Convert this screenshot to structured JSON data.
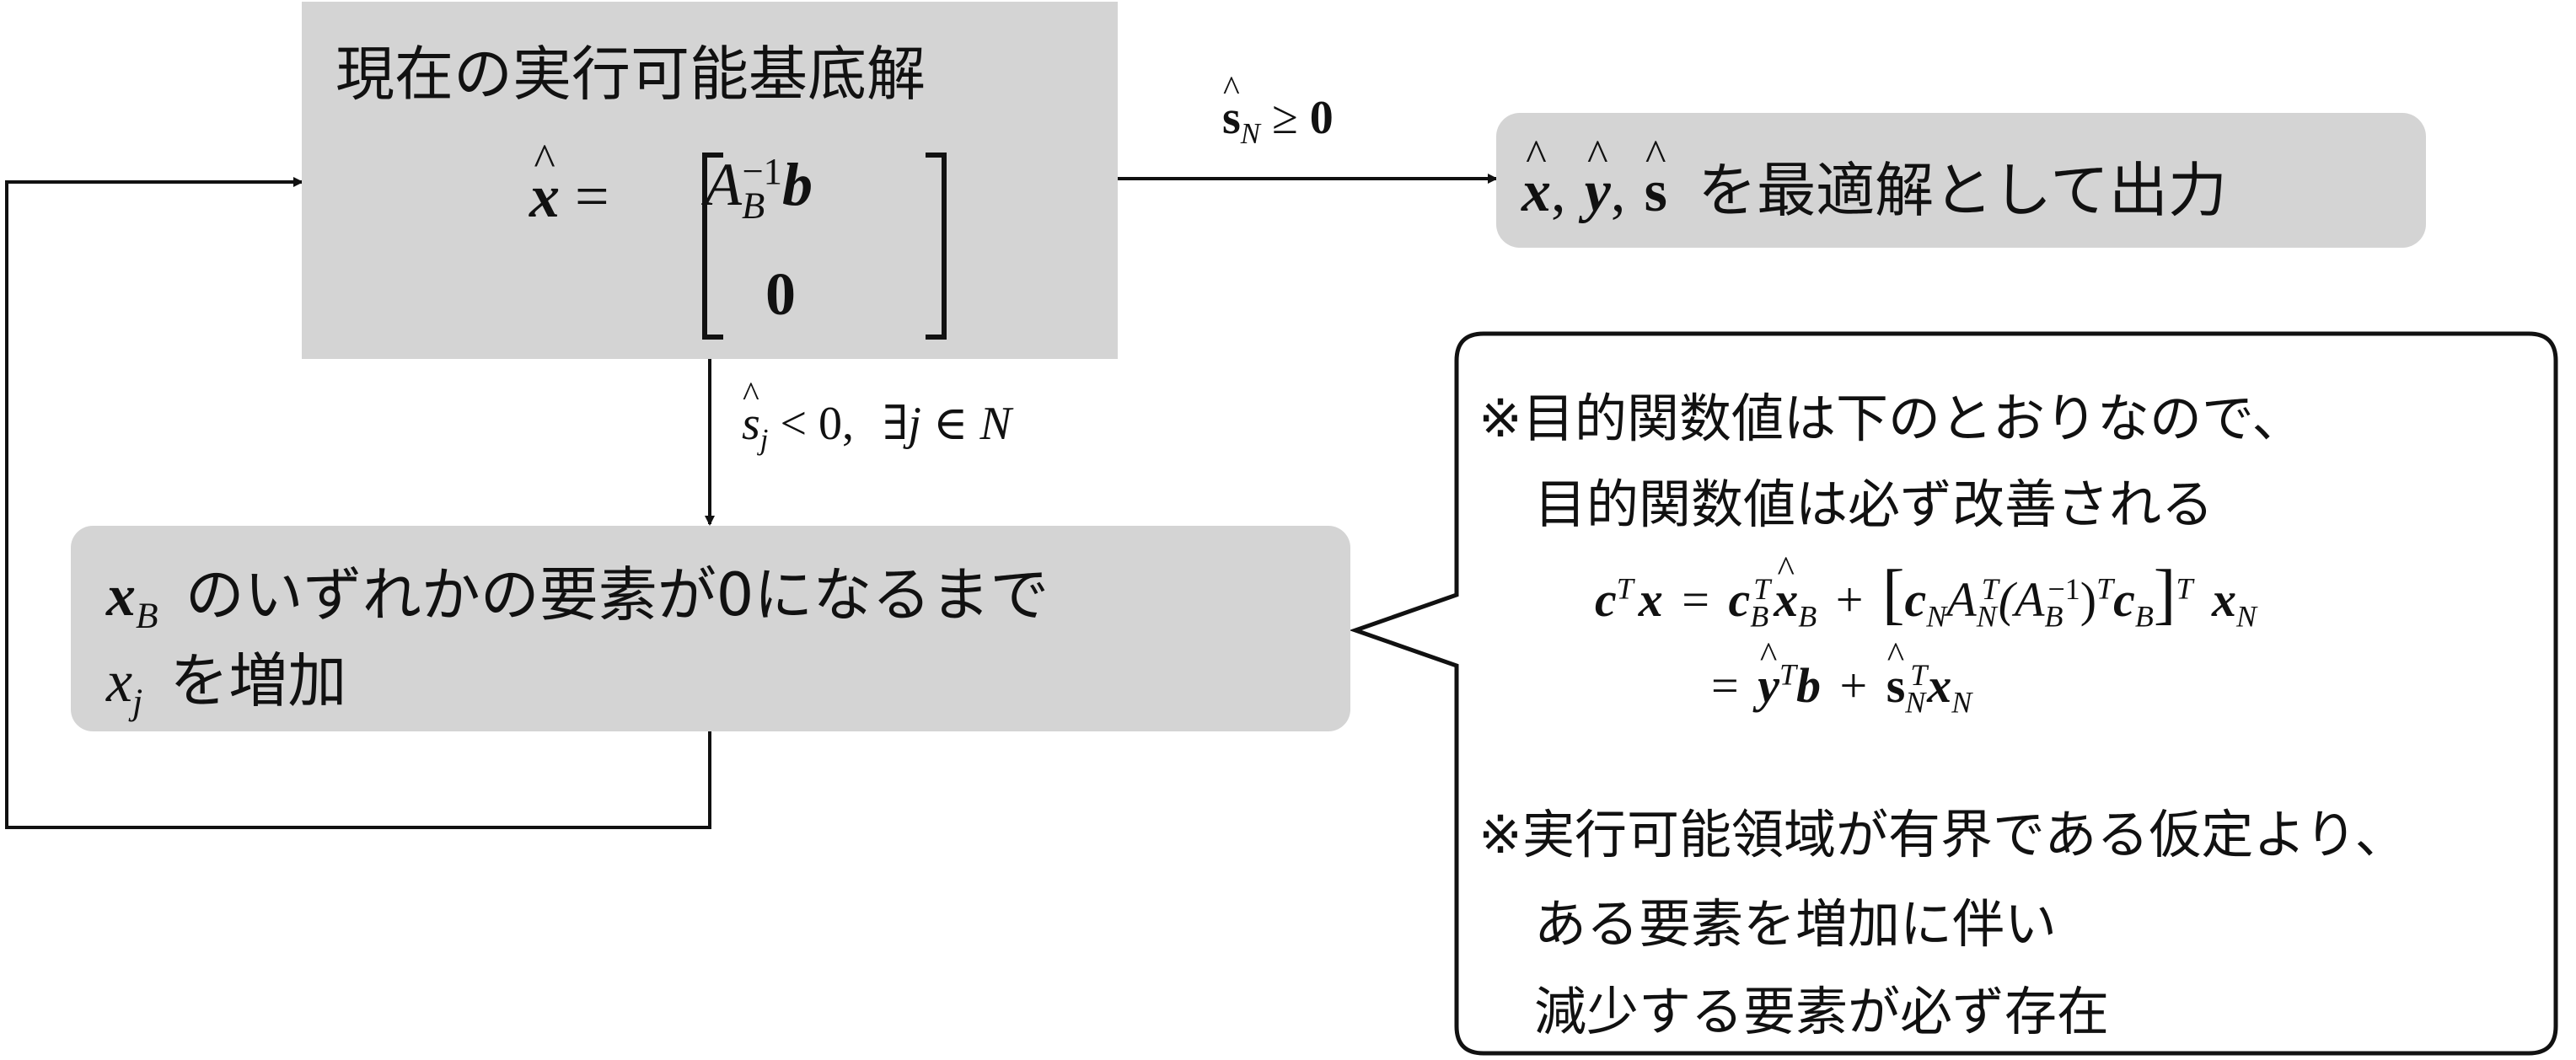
{
  "current_box": {
    "title": "現在の実行可能基底解",
    "x_hat": "x",
    "equals": "=",
    "A": "A",
    "B": "B",
    "inv": "−1",
    "b": "b",
    "zero": "0"
  },
  "right_arrow": {
    "s": "s",
    "N": "N",
    "geq": "≥",
    "zero": "0"
  },
  "output_box": {
    "x": "x",
    "y": "y",
    "s": "s",
    "comma": ",",
    "text": "を最適解として出力"
  },
  "down_arrow": {
    "s": "s",
    "j": "j",
    "lt_zero": "< 0,",
    "exists": "∃j ∈ N"
  },
  "increase_box": {
    "x": "x",
    "B": "B",
    "line1": "のいずれかの要素が0になるまで",
    "xj": "x",
    "j": "j",
    "line2": "を増加"
  },
  "note": {
    "line1": "※目的関数値は下のとおりなので、",
    "line2": "目的関数値は必ず改善される",
    "eq1_lhs": "c",
    "eq1_T": "T",
    "eq1_x": "x",
    "eq1_eq": "=",
    "eq1_cB": "c",
    "eq1_B": "B",
    "eq1_xB": "x",
    "eq1_plus": "+",
    "eq1_lb": "[",
    "eq1_cN": "c",
    "eq1_N": "N",
    "eq1_A": "A",
    "eq1_mid": "(A",
    "eq1_inv": "−1",
    "eq1_close": ")",
    "eq1_rb": "]",
    "eq1_xN": "x",
    "eq2_eq": "=",
    "eq2_y": "y",
    "eq2_b": "b",
    "eq2_plus": "+",
    "eq2_s": "s",
    "eq2_x": "x",
    "line3": "※実行可能領域が有界である仮定より、",
    "line4": "ある要素を増加に伴い",
    "line5": "減少する要素が必ず存在"
  }
}
